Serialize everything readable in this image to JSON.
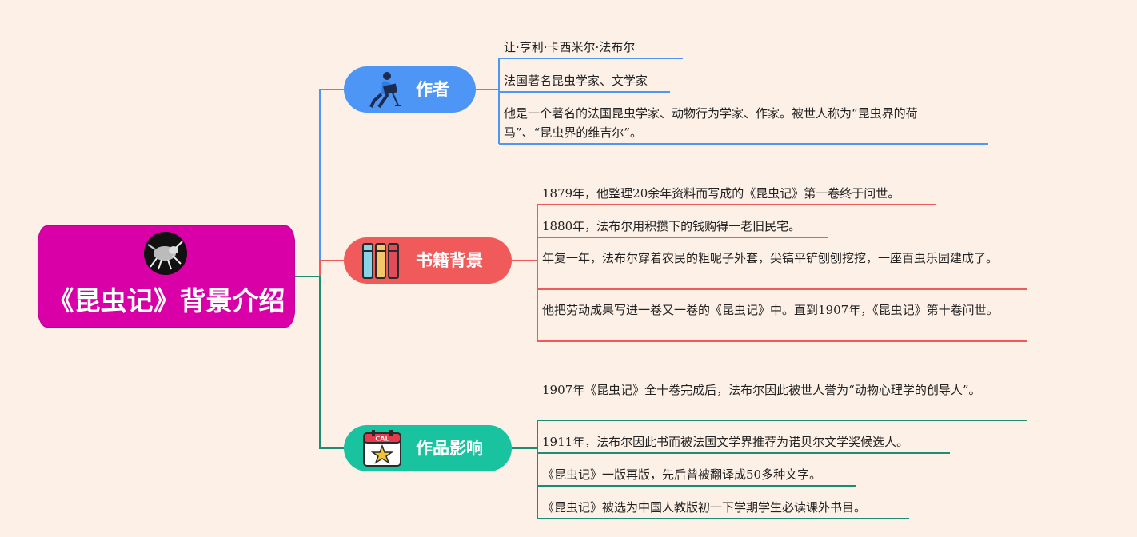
{
  "root": {
    "title": "《昆虫记》背景介绍",
    "icon": "insect-photo-icon"
  },
  "branches": [
    {
      "label": "作者",
      "color": "#4d96f5",
      "icon": "person-with-laptop-icon",
      "leaves": [
        "让·亨利·卡西米尔·法布尔",
        "法国著名昆虫学家、文学家",
        "他是一个著名的法国昆虫学家、动物行为学家、作家。被世人称为“昆虫界的荷马”、“昆虫界的维吉尔”。"
      ]
    },
    {
      "label": "书籍背景",
      "color": "#f05a5a",
      "icon": "books-icon",
      "leaves": [
        "1879年，他整理20余年资料而写成的《昆虫记》第一卷终于问世。",
        "1880年，法布尔用积攒下的钱购得一老旧民宅。",
        "年复一年，法布尔穿着农民的粗呢子外套，尖镐平铲刨刨挖挖，一座百虫乐园建成了。",
        "他把劳动成果写进一卷又一卷的《昆虫记》中。直到1907年，《昆虫记》第十卷问世。"
      ]
    },
    {
      "label": "作品影响",
      "color": "#19c3a0",
      "icon": "calendar-star-icon",
      "calendar_text": "CAL",
      "leaves": [
        "1907年《昆虫记》全十卷完成后，法布尔因此被世人誉为“动物心理学的创导人”。",
        "1911年，法布尔因此书而被法国文学界推荐为诺贝尔文学奖候选人。",
        "《昆虫记》一版再版，先后曾被翻译成50多种文字。",
        "《昆虫记》被选为中国人教版初一下学期学生必读课外书目。"
      ]
    }
  ],
  "colors": {
    "background": "#fdf0e7",
    "root": "#d900a8",
    "root_link": "#1e8c74"
  }
}
